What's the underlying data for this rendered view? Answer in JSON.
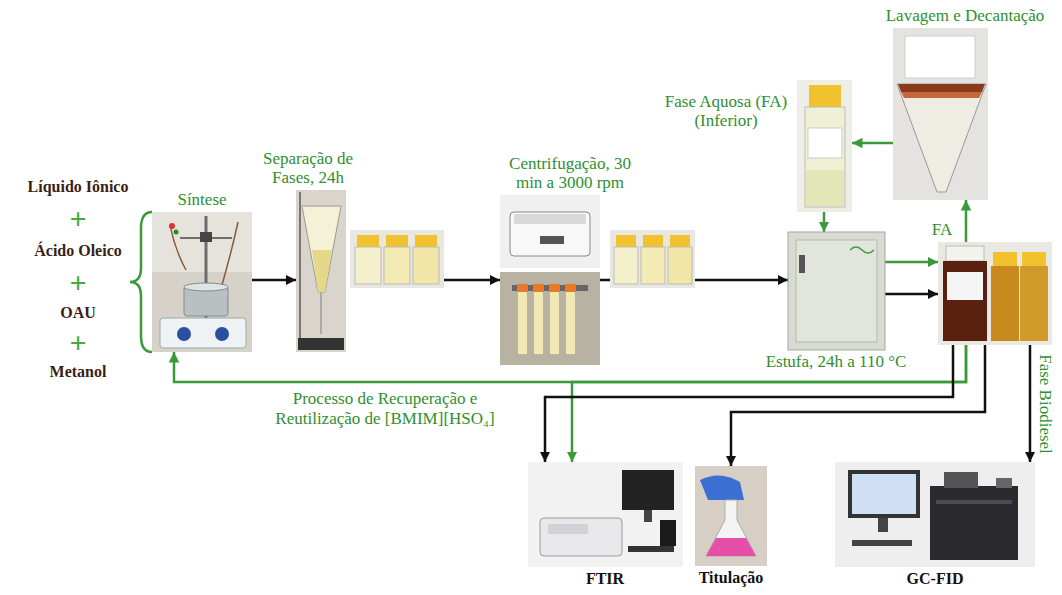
{
  "diagram": {
    "nodes": [
      {
        "text": [
          "Síntese"
        ]
      },
      {
        "text": [
          "Separação de Fases, 24h"
        ]
      },
      {
        "text": [
          "Centrifugação, 30 min a 3000 rpm"
        ]
      },
      {
        "text": [
          "Estufa, 24h a 110 °C"
        ]
      },
      {
        "text": [
          "Fase Aquosa (FA) (Inferior)"
        ]
      },
      {
        "text": [
          "Lavagem e Decantação"
        ]
      },
      {
        "text": [
          "FA"
        ]
      },
      {
        "text": [
          "FTIR"
        ]
      },
      {
        "text": [
          "Titulação"
        ]
      },
      {
        "text": [
          "GC-FID"
        ]
      }
    ],
    "edges": [
      {
        "from": 0,
        "to": 1,
        "arrow": "to"
      },
      {
        "from": 1,
        "to": 2,
        "arrow": "to"
      },
      {
        "from": 2,
        "to": 3,
        "arrow": "to"
      },
      {
        "from": 3,
        "to": 6,
        "arrow": "to"
      },
      {
        "from": 3,
        "to": 6,
        "arrow": "to"
      },
      {
        "from": 6,
        "to": 5,
        "arrow": "to"
      },
      {
        "from": 5,
        "to": 4,
        "arrow": "to"
      },
      {
        "from": 4,
        "to": 3,
        "arrow": "to"
      },
      {
        "from": 6,
        "to": 0,
        "arrow": "to",
        "label": "Processo de Recuperação e Reutilização de [BMIM][HSO₄]"
      },
      {
        "from": 6,
        "to": 7,
        "arrow": "to"
      },
      {
        "from": 6,
        "to": 7,
        "arrow": "to"
      },
      {
        "from": 6,
        "to": 8,
        "arrow": "to"
      },
      {
        "from": 6,
        "to": 9,
        "arrow": "to",
        "label": "Fase Biodiesel"
      }
    ],
    "labels": [
      "Líquido Iônico",
      "+",
      "Ácido Oleico",
      "+",
      "OAU",
      "+",
      "Metanol"
    ]
  }
}
